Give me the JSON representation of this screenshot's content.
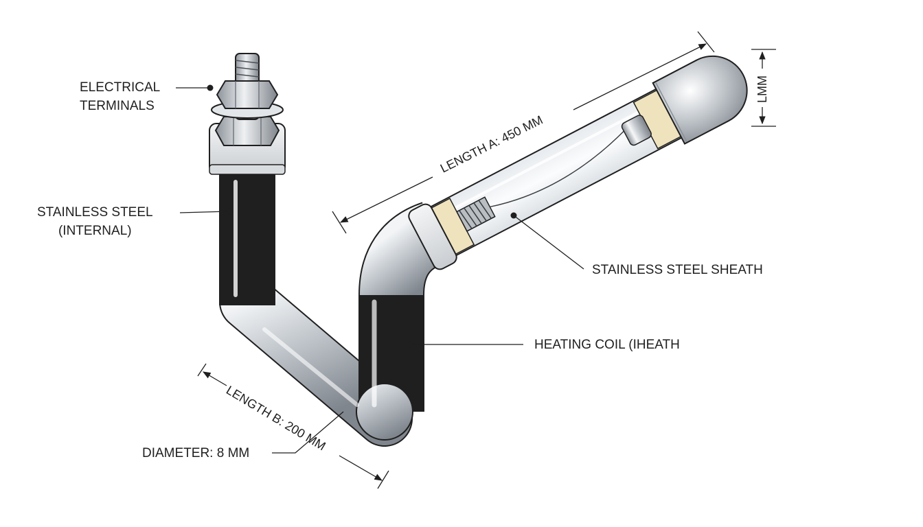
{
  "colors": {
    "ink": "#1f1f1f",
    "steel_light": "#f2f4f6",
    "steel_mid": "#b6bcc2",
    "steel_dark": "#7b8188",
    "ceramic": "#efe3bd",
    "glass": "#f4f6f8"
  },
  "icons": [
    "hex-nut-icon",
    "threaded-stud-icon"
  ],
  "labels": {
    "terminals_1": "ELECTRICAL",
    "terminals_2": "TERMINALS",
    "internal_1": "STAINLESS STEEL",
    "internal_2": "(INTERNAL)",
    "sheath": "STAINLESS STEEL SHEATH",
    "coil": "HEATING COIL (IHEATH",
    "diameter": "DIAMETER: 8 MM"
  },
  "dimensions": {
    "length_a": "LENGTH A: 450 MM",
    "length_b": "LENGTH B: 200 MM",
    "end_cap": "LMM"
  }
}
